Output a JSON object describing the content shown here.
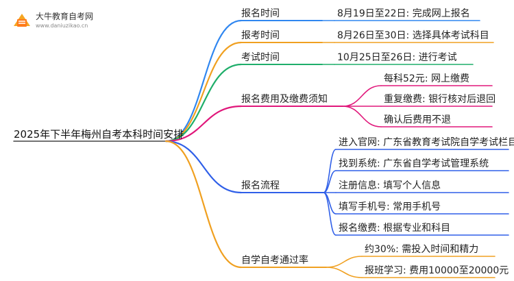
{
  "logo": {
    "title": "大牛教育自考网",
    "url": "www.daniuzikao.cn"
  },
  "mindmap": {
    "root": "2025年下半年梅州自考本科时间安排",
    "colors": {
      "blue": "#2f86f0",
      "orange": "#f0a020",
      "green": "#1fae6a",
      "magenta": "#e0167a",
      "royal": "#2f5fe8"
    },
    "branches": [
      {
        "label": "报名时间",
        "children": [
          "8月19日至22日: 完成网上报名"
        ]
      },
      {
        "label": "报考时间",
        "children": [
          "8月26日至30日: 选择具体考试科目"
        ]
      },
      {
        "label": "考试时间",
        "children": [
          "10月25日至26日: 进行考试"
        ]
      },
      {
        "label": "报名费用及缴费须知",
        "children": [
          "每科52元: 网上缴费",
          "重复缴费: 银行核对后退回",
          "确认后费用不退"
        ]
      },
      {
        "label": "报名流程",
        "children": [
          "进入官网: 广东省教育考试院自学考试栏目",
          "找到系统: 广东省自学考试管理系统",
          "注册信息: 填写个人信息",
          "填写手机号: 常用手机号",
          "报名缴费: 根据专业和科目"
        ]
      },
      {
        "label": "自学自考通过率",
        "children": [
          "约30%: 需投入时间和精力",
          "报班学习: 费用10000至20000元"
        ]
      }
    ]
  }
}
